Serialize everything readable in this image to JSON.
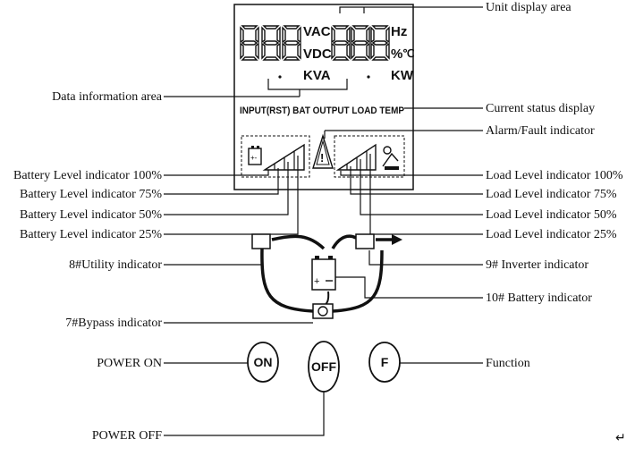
{
  "lcd": {
    "units_left": [
      "VAC",
      "VDC",
      "KVA"
    ],
    "units_right": [
      "Hz",
      "%",
      "℃",
      "KW"
    ],
    "status_line": "INPUT(RST) BAT OUTPUT LOAD TEMP"
  },
  "labels_left": {
    "data_information_area": "Data information area",
    "battery_100": "Battery Level indicator 100%",
    "battery_75": "Battery Level indicator 75%",
    "battery_50": "Battery Level indicator 50%",
    "battery_25": "Battery Level indicator 25%",
    "utility": "8#Utility indicator",
    "bypass": "7#Bypass indicator",
    "power_on": "POWER ON",
    "power_off": "POWER OFF"
  },
  "labels_right": {
    "unit_display_area": "Unit display area",
    "current_status_display": "Current status display",
    "alarm_fault": "Alarm/Fault indicator",
    "load_100": "Load Level indicator 100%",
    "load_75": "Load Level indicator 75%",
    "load_50": "Load Level indicator 50%",
    "load_25": "Load Level indicator 25%",
    "inverter": "9# Inverter indicator",
    "battery_indicator": "10# Battery indicator",
    "function": "Function"
  },
  "buttons": {
    "on": "ON",
    "off": "OFF",
    "function": "F"
  },
  "alarm_symbol": "!",
  "return_mark": "↵"
}
